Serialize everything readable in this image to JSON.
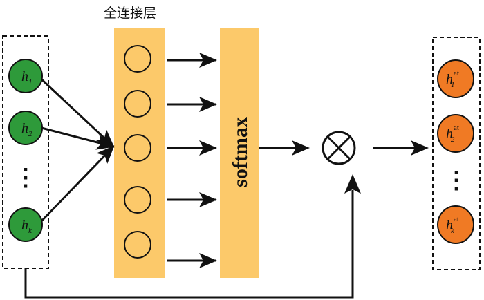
{
  "fc_layer_title": "全连接层",
  "softmax_label": "softmax",
  "multiply_symbol": "⊗",
  "ellipsis": "⋮",
  "inputs": [
    {
      "base": "h",
      "sub": "1"
    },
    {
      "base": "h",
      "sub": "2"
    },
    {
      "base": "h",
      "sub": "k"
    }
  ],
  "outputs": [
    {
      "base": "h",
      "sup": "at",
      "sub": "1"
    },
    {
      "base": "h",
      "sup": "at",
      "sub": "2"
    },
    {
      "base": "h",
      "sup": "at",
      "sub": "k"
    }
  ],
  "fc_neuron_count": 5,
  "colors": {
    "input_node": "#2e9a3a",
    "output_node": "#f07a24",
    "fc_band": "#fcc96a",
    "stroke": "#111111"
  }
}
